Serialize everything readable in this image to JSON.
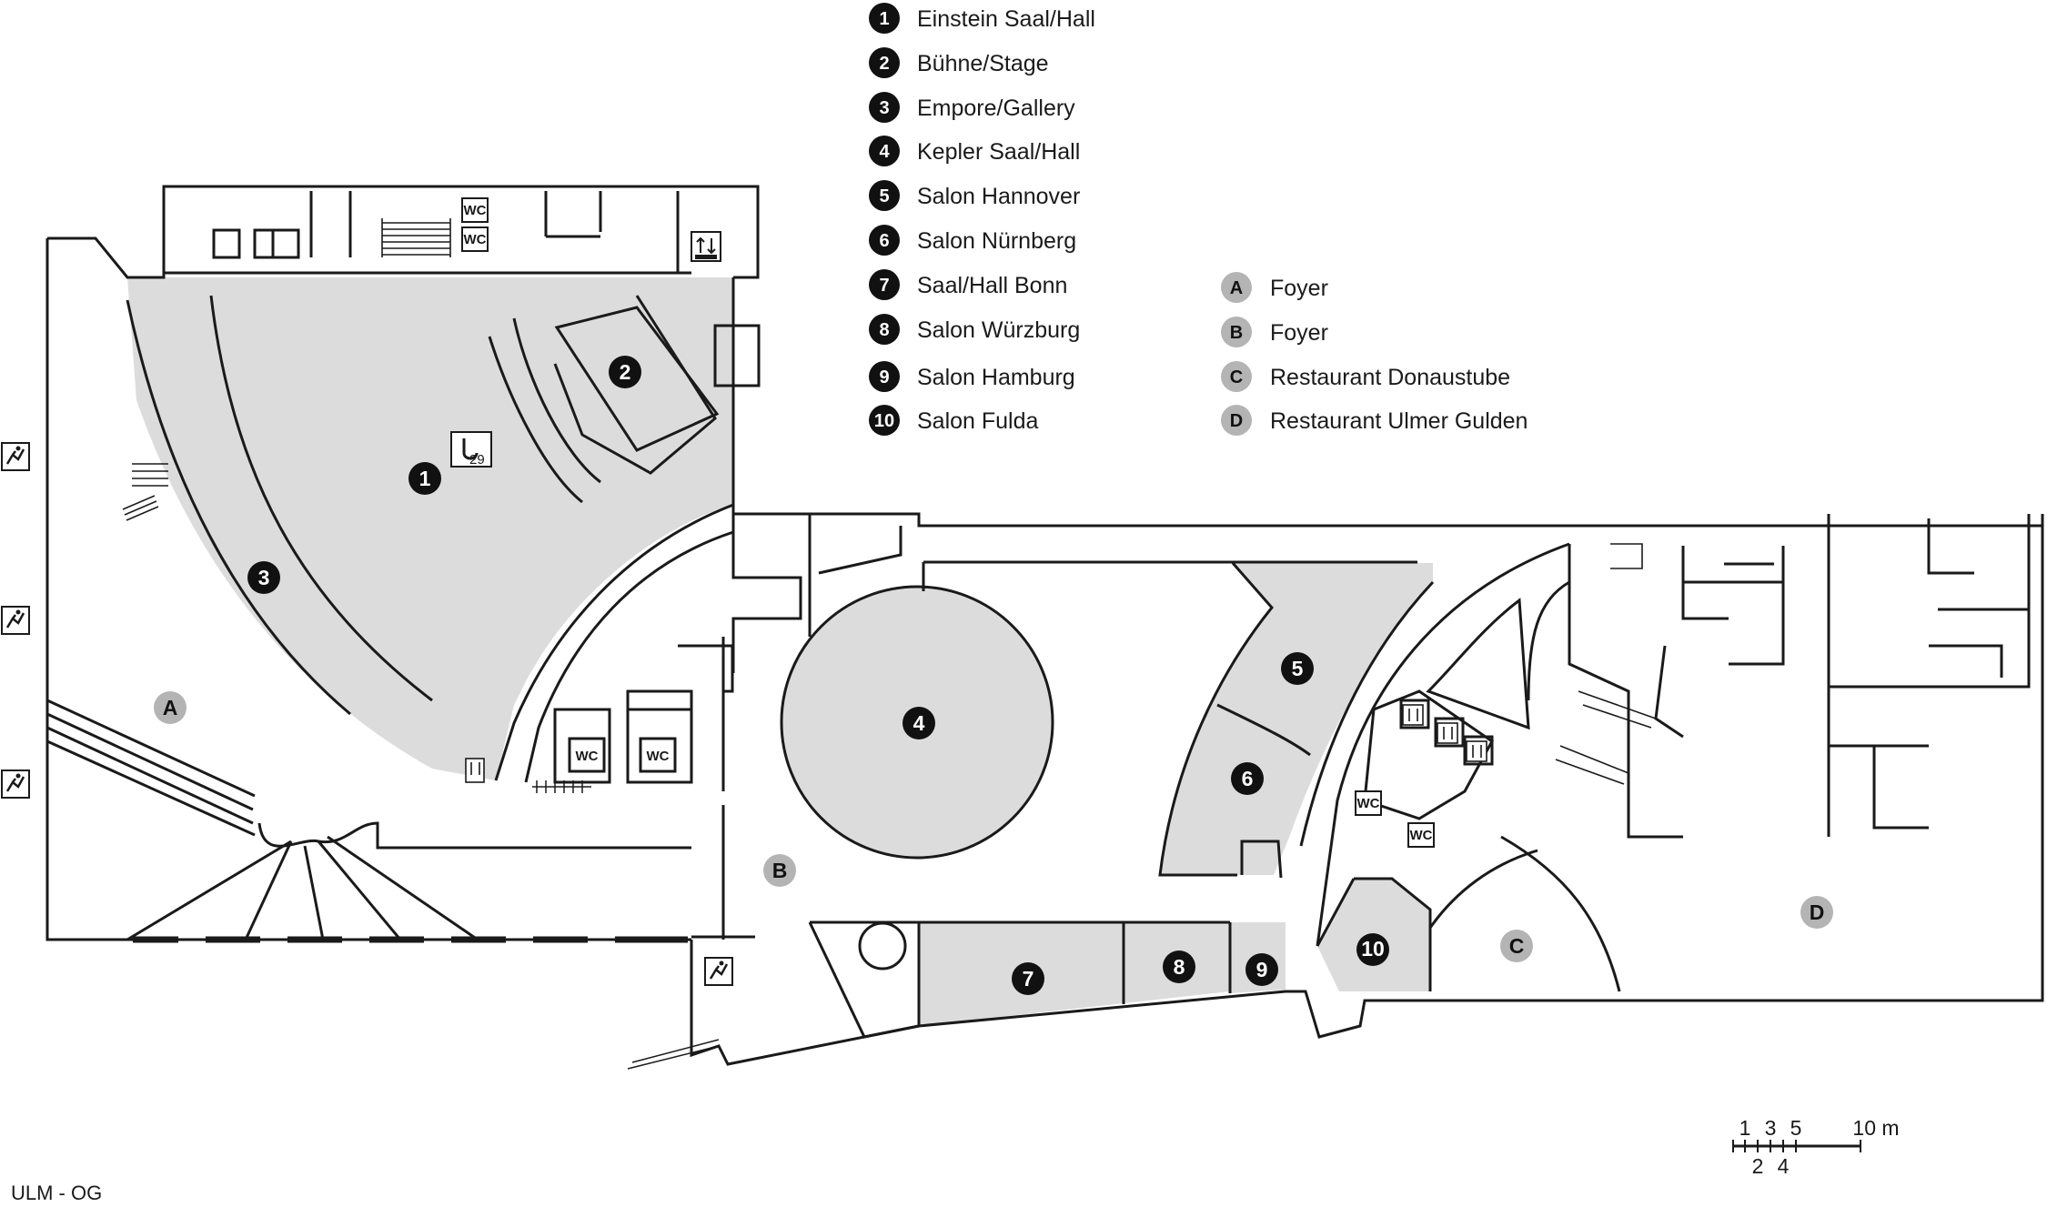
{
  "plan": {
    "caption": "ULM - OG",
    "colors": {
      "wall": "#1a1a1a",
      "room_fill": "#dcdcdc",
      "numbered_marker": "#111111",
      "lettered_marker": "#b4b4b4"
    },
    "legend_numbered": [
      {
        "num": "1",
        "label": "Einstein Saal/Hall"
      },
      {
        "num": "2",
        "label": "Bühne/Stage"
      },
      {
        "num": "3",
        "label": "Empore/Gallery"
      },
      {
        "num": "4",
        "label": "Kepler Saal/Hall"
      },
      {
        "num": "5",
        "label": "Salon Hannover"
      },
      {
        "num": "6",
        "label": "Salon Nürnberg"
      },
      {
        "num": "7",
        "label": "Saal/Hall Bonn"
      },
      {
        "num": "8",
        "label": "Salon Würzburg"
      },
      {
        "num": "9",
        "label": "Salon Hamburg"
      },
      {
        "num": "10",
        "label": "Salon Fulda"
      }
    ],
    "legend_lettered": [
      {
        "letter": "A",
        "label": "Foyer"
      },
      {
        "letter": "B",
        "label": "Foyer"
      },
      {
        "letter": "C",
        "label": "Restaurant Donaustube"
      },
      {
        "letter": "D",
        "label": "Restaurant Ulmer Gulden"
      }
    ],
    "room_markers": [
      "1",
      "2",
      "3",
      "4",
      "5",
      "6",
      "7",
      "8",
      "9",
      "10"
    ],
    "area_markers": [
      "A",
      "B",
      "C",
      "D"
    ],
    "wc_label": "WC",
    "room1_badge_number": "29",
    "icons": [
      "emergency-exit-icon",
      "elevator-icon",
      "wc-icon",
      "hook-icon"
    ],
    "scale": {
      "ticks_top": [
        "1",
        "3",
        "5",
        "10 m"
      ],
      "ticks_bottom": [
        "2",
        "4"
      ]
    }
  }
}
